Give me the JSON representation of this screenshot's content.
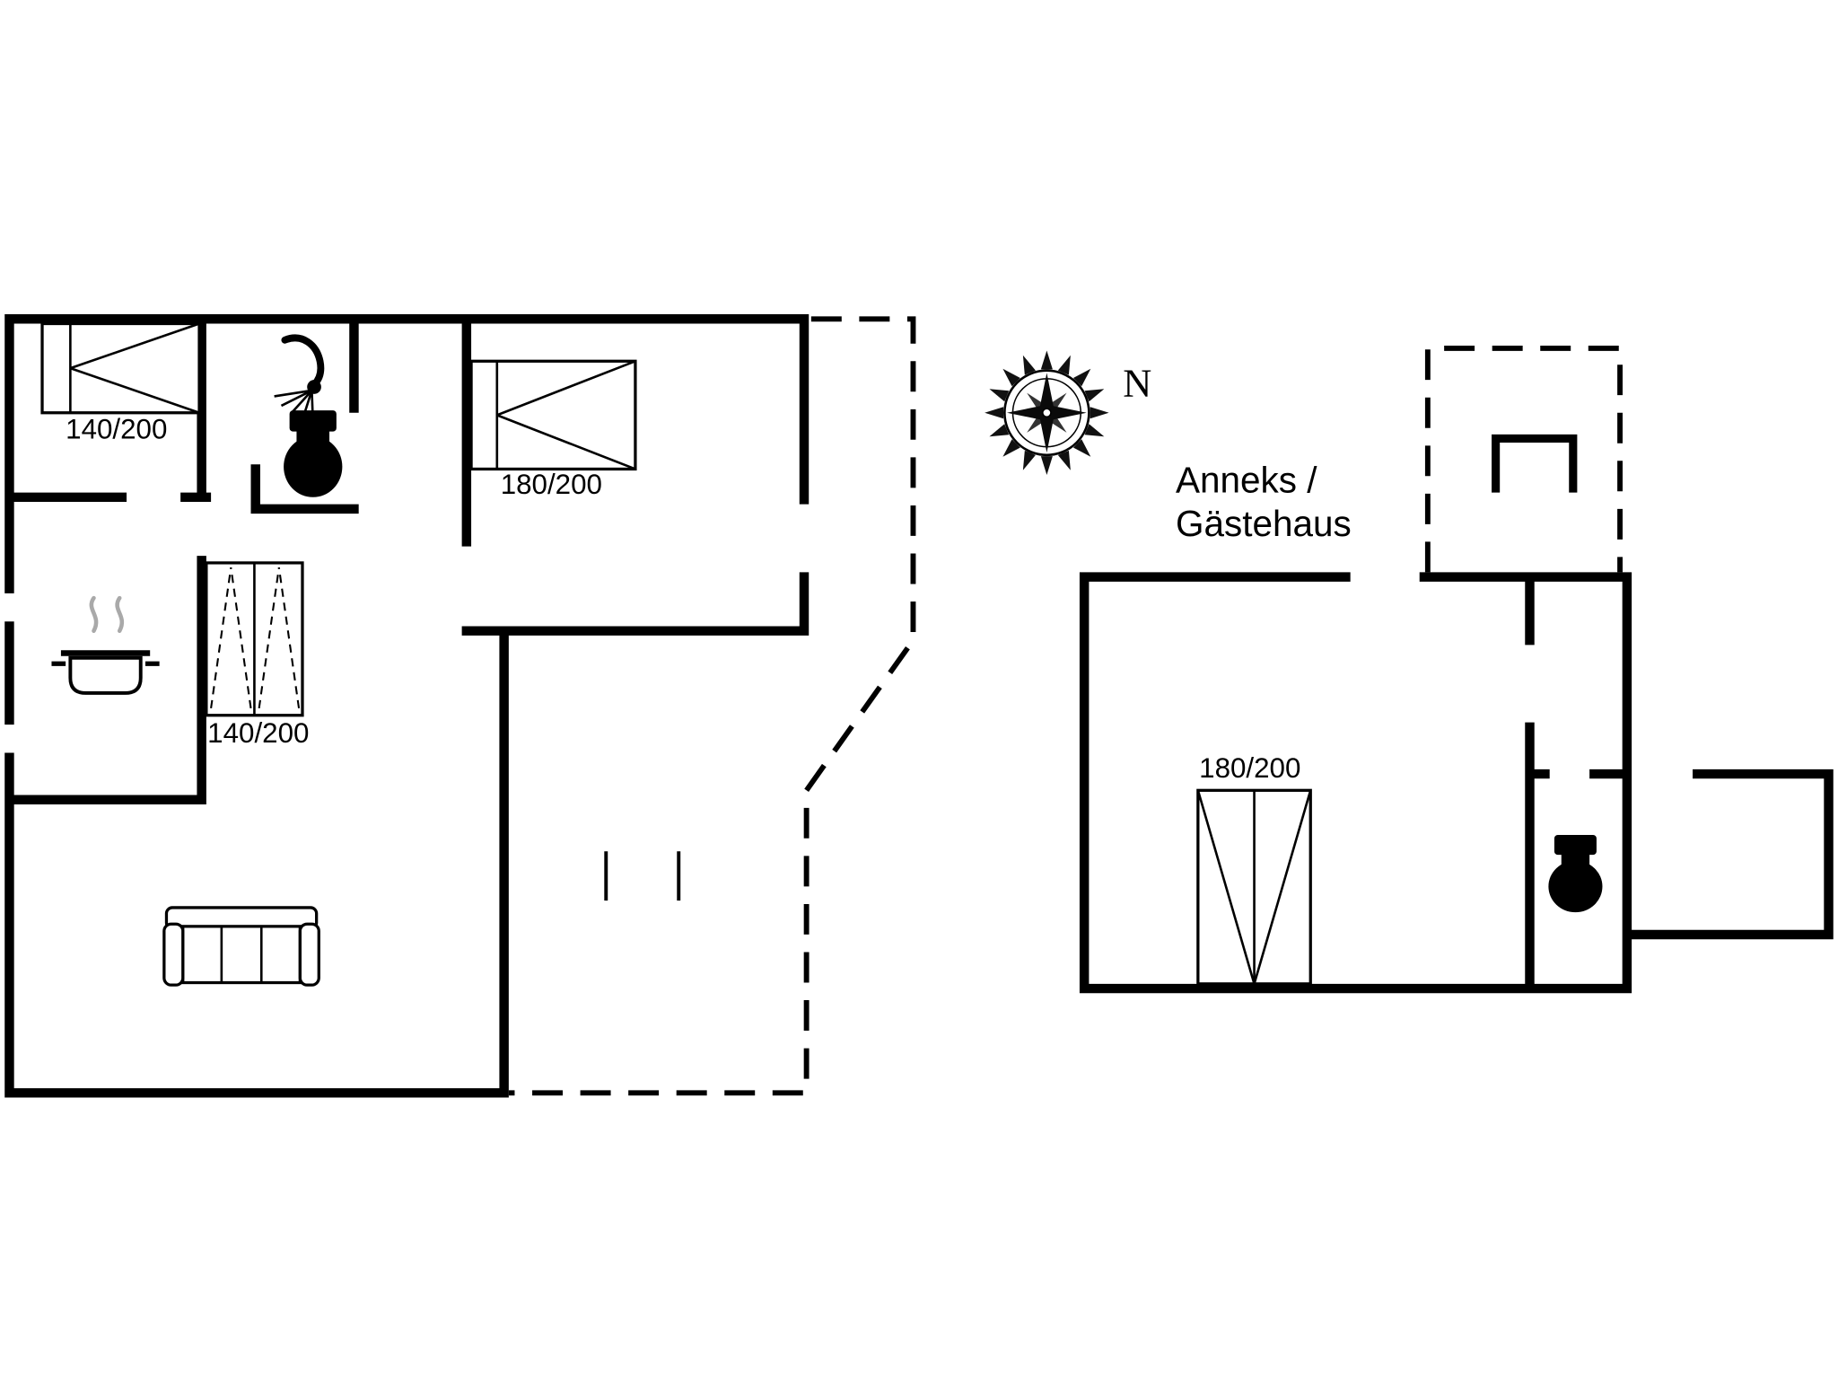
{
  "page": {
    "background": "#ffffff",
    "ink": "#000000"
  },
  "main_house": {
    "bedroom_top_left_bed_label": "140/200",
    "bedroom_top_bed_label": "180/200",
    "hall_bed_label": "140/200"
  },
  "compass": {
    "north_label": "N"
  },
  "annex": {
    "title_line1": "Anneks /",
    "title_line2": "Gästehaus",
    "bed_label": "180/200"
  }
}
